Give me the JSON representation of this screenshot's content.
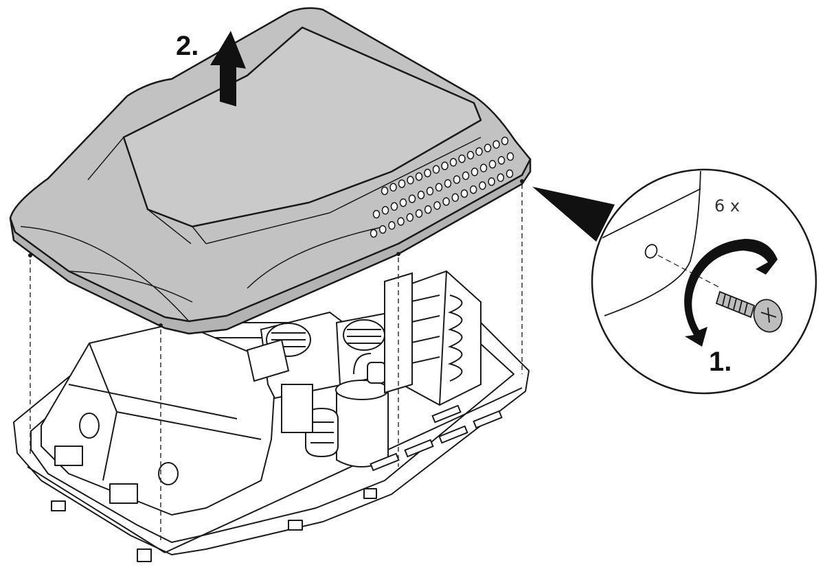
{
  "diagram": {
    "step2_label": "2.",
    "step1_label": "1.",
    "screw_count_label": "6 x"
  },
  "colors": {
    "cover_fill": "#bdbdbd",
    "cover_top": "#c6c6c6",
    "outline": "#1a1a1a",
    "base_fill": "#ffffff",
    "dashed": "#333333",
    "arrow": "#111111"
  },
  "icons": {
    "lift_arrow": "up-arrow-icon",
    "rotate_arrow": "counterclockwise-arrow-icon",
    "screw": "screw-icon"
  }
}
